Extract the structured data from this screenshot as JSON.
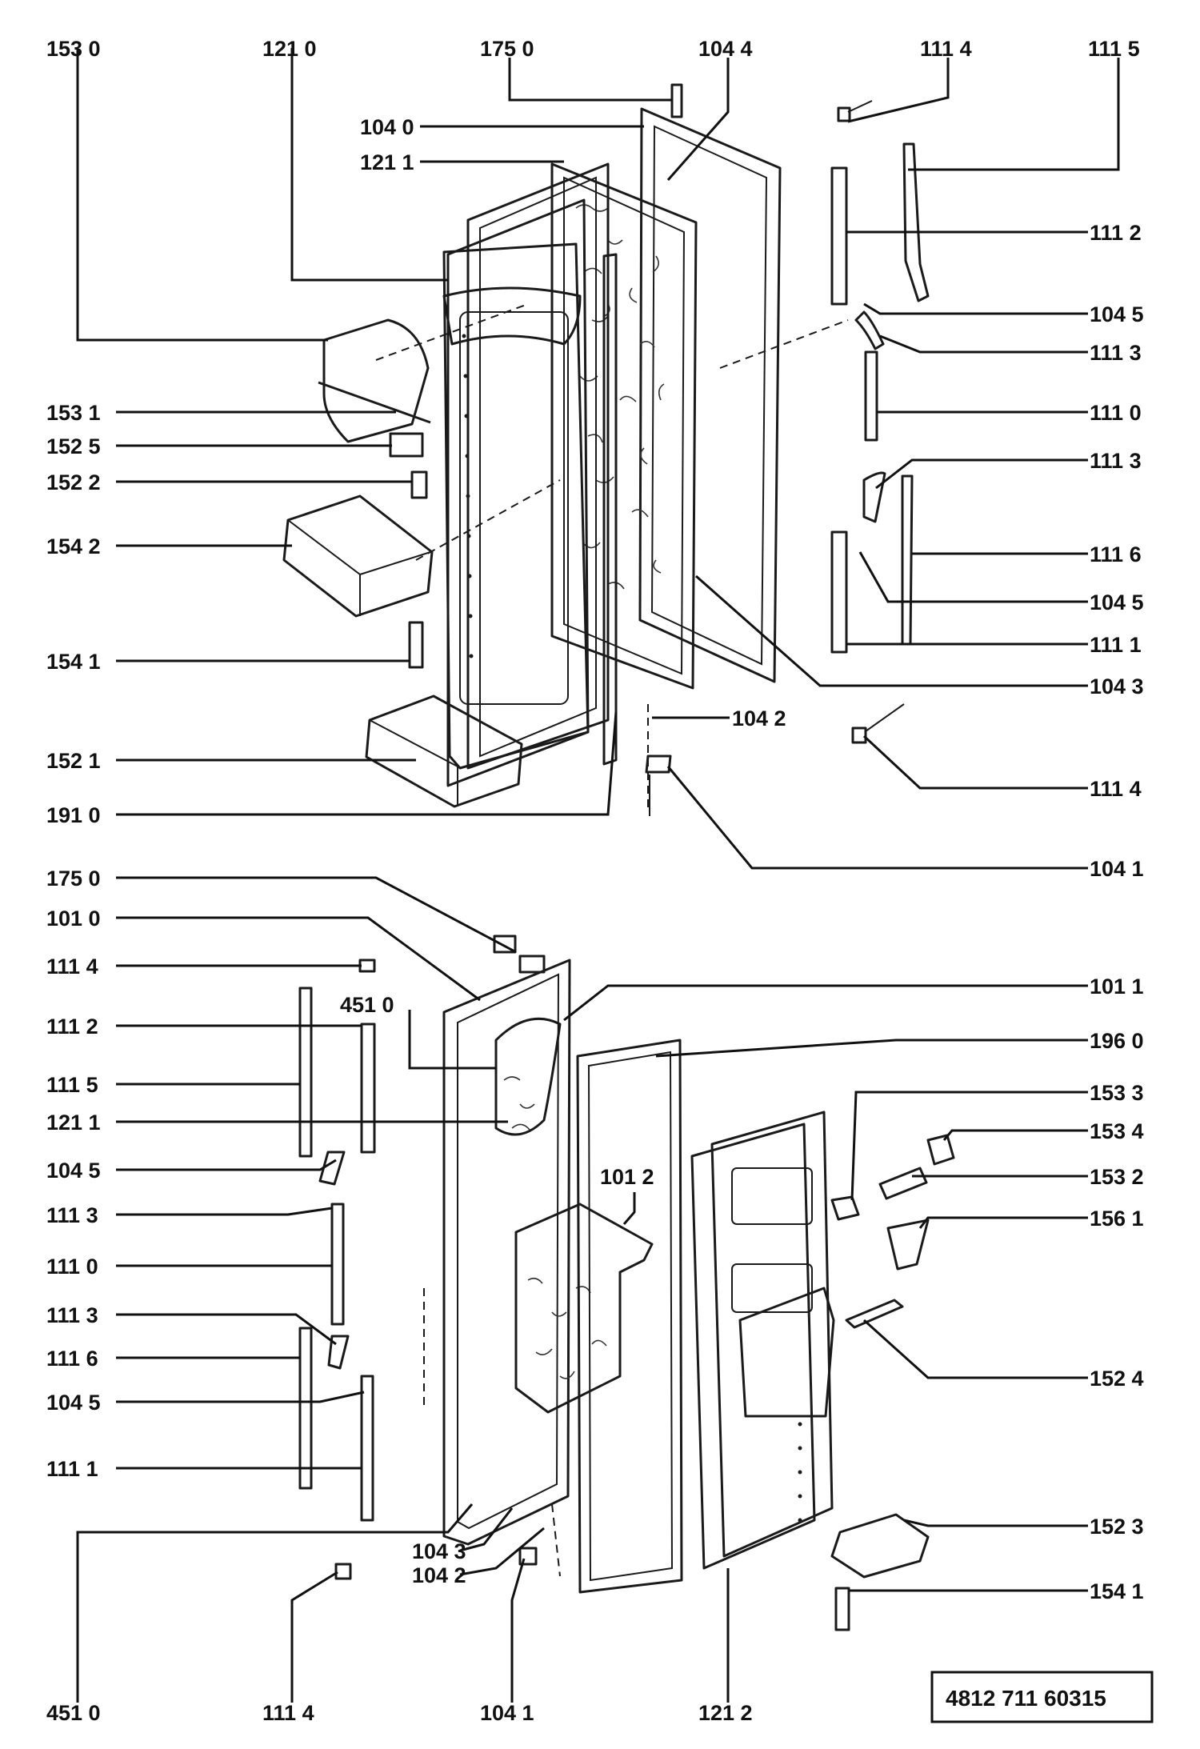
{
  "upper_door_callouts": {
    "c1530": "153 0",
    "c1210": "121 0",
    "c1750": "175 0",
    "c1044": "104 4",
    "c1114a": "111 4",
    "c1115": "111 5",
    "c1040": "104 0",
    "c1211": "121 1",
    "c1112": "111 2",
    "c1045a": "104 5",
    "c1113a": "111 3",
    "c1110": "111 0",
    "c1113b": "111 3",
    "c1116": "111 6",
    "c1045b": "104 5",
    "c1111": "111 1",
    "c1043": "104 3",
    "c1042": "104 2",
    "c1114b": "111 4",
    "c1041": "104 1",
    "c1531": "153 1",
    "c1525": "152 5",
    "c1522": "152 2",
    "c1542": "154 2",
    "c1541": "154 1",
    "c1521": "152 1",
    "c1910": "191 0"
  },
  "lower_door_callouts": {
    "c1750": "175 0",
    "c1010": "101 0",
    "c1114a": "111 4",
    "c4510a": "451 0",
    "c1112": "111 2",
    "c1115": "111 5",
    "c1211": "121 1",
    "c1045a": "104 5",
    "c1113a": "111 3",
    "c1110": "111 0",
    "c1113b": "111 3",
    "c1116": "111 6",
    "c1045b": "104 5",
    "c1111": "111 1",
    "c1012": "101 2",
    "c1043": "104 3",
    "c1042": "104 2",
    "c4510b": "451 0",
    "c1114b": "111 4",
    "c1041": "104 1",
    "c1212": "121 2",
    "c1011": "101 1",
    "c1960": "196 0",
    "c1533": "153 3",
    "c1534": "153 4",
    "c1532": "153 2",
    "c1561": "156 1",
    "c1524": "152 4",
    "c1523": "152 3",
    "c1541": "154 1"
  },
  "document_number": "4812 711 60315"
}
